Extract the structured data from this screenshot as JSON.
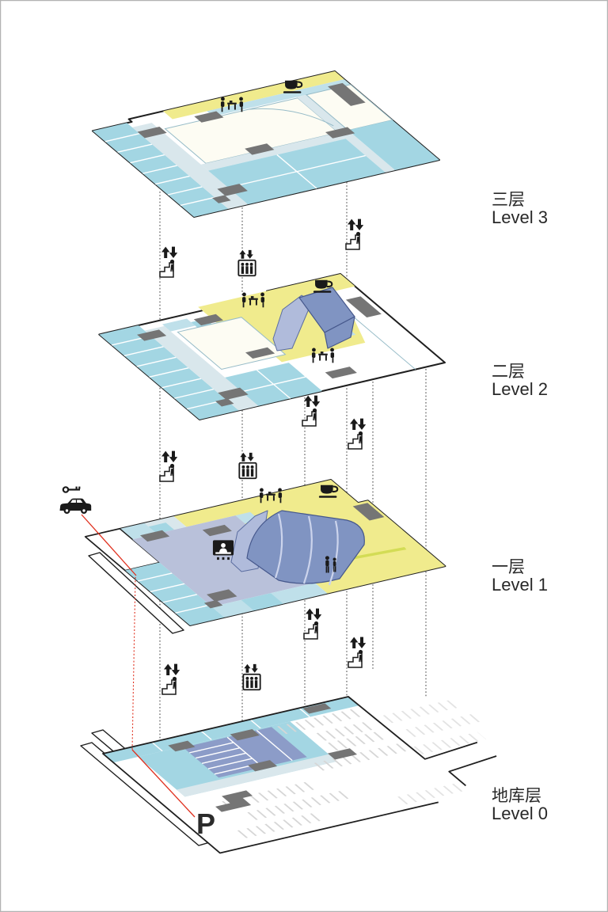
{
  "labels": {
    "levels": [
      {
        "id": "level3",
        "cn": "三层",
        "en": "Level 3"
      },
      {
        "id": "level2",
        "cn": "二层",
        "en": "Level 2"
      },
      {
        "id": "level1",
        "cn": "一层",
        "en": "Level 1"
      },
      {
        "id": "level0",
        "cn": "地库层",
        "en": "Level 0"
      }
    ],
    "parking_mark": "P"
  },
  "colors": {
    "floor_outline": "#1f1f1f",
    "cyan": "#a3d6e3",
    "cyan_light": "#bfe0ea",
    "pale_blue": "#d9e7ec",
    "yellow": "#f0eb8d",
    "lavender": "#b9c1da",
    "room_blue": "#8c9cc8",
    "auditorium_dark": "#8094c2",
    "auditorium_light": "#b0bbdb",
    "core_gray": "#757575",
    "parking_line": "#d6d6d6",
    "connector_gray": "#5a5a5a",
    "route_red": "#e0301e",
    "lane_green": "#d3dc55",
    "icon_black": "#1a1a1a",
    "label_text": "#282828",
    "page_border": "#b3b3b3"
  },
  "icons": {
    "stairs_icon": "up-down arrows with figure on steps",
    "elevator_icon": "up-down arrows over lift cabin with passengers",
    "coffee_icon": "coffee cup on saucer",
    "meeting_icon": "two people at a table",
    "info_desk_icon": "attendant behind counter",
    "visitors_icon": "two standing figures",
    "car_key_icon": "car with key",
    "parking_icon": "P"
  }
}
